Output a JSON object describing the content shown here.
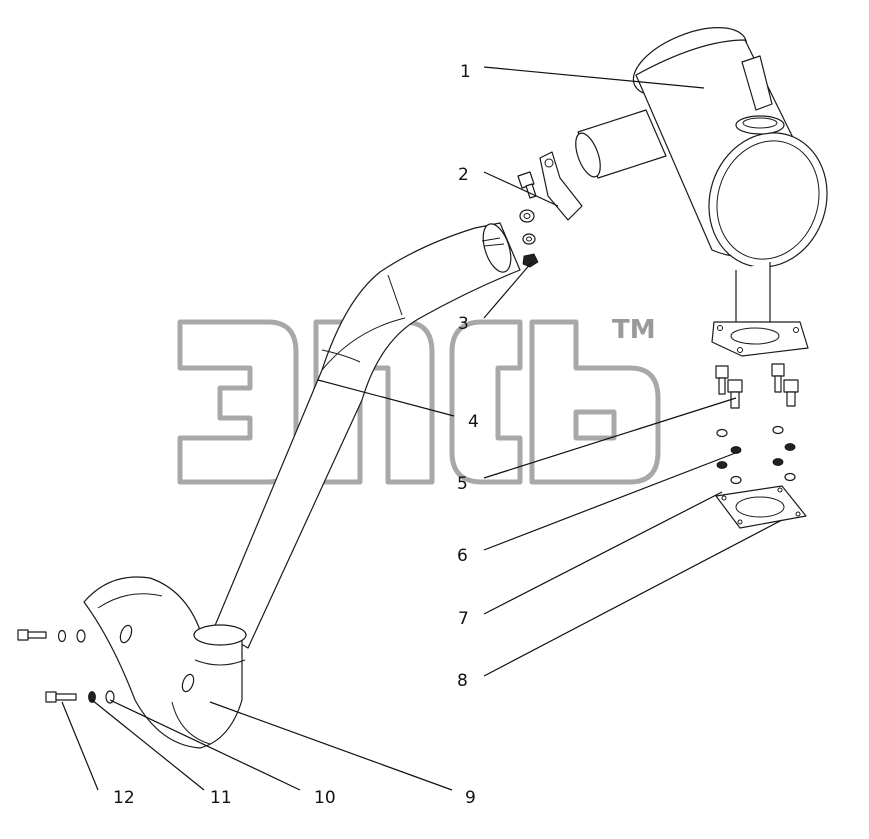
{
  "diagram": {
    "callouts": [
      {
        "id": "c1",
        "label": "1"
      },
      {
        "id": "c2",
        "label": "2"
      },
      {
        "id": "c3",
        "label": "3"
      },
      {
        "id": "c4",
        "label": "4"
      },
      {
        "id": "c5",
        "label": "5"
      },
      {
        "id": "c6",
        "label": "6"
      },
      {
        "id": "c7",
        "label": "7"
      },
      {
        "id": "c8",
        "label": "8"
      },
      {
        "id": "c9",
        "label": "9"
      },
      {
        "id": "c10",
        "label": "10"
      },
      {
        "id": "c11",
        "label": "11"
      },
      {
        "id": "c12",
        "label": "12"
      }
    ]
  },
  "watermark": {
    "trademark": "TM"
  },
  "colors": {
    "line": "#1a1a1a",
    "watermark": "#a8a8a8",
    "background": "#ffffff"
  }
}
